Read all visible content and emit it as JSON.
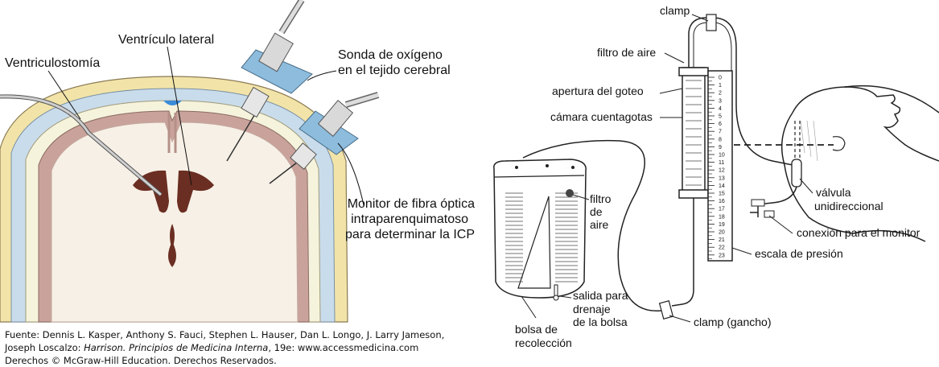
{
  "left": {
    "labels": {
      "ventriculostomy": "Ventriculostomía",
      "lateral_ventricle": "Ventrículo lateral",
      "oxygen_probe_line1": "Sonda de oxígeno",
      "oxygen_probe_line2": "en el tejido cerebral",
      "fiber_monitor_line1": "Monitor de fibra óptica",
      "fiber_monitor_line2": "intraparenquimatoso",
      "fiber_monitor_line3": "para determinar la ICP"
    },
    "source": {
      "line1": "Fuente: Dennis L. Kasper, Anthony S. Fauci, Stephen L. Hauser, Dan L. Longo, J. Larry Jameson,",
      "line2_prefix": "Joseph Loscalzo: ",
      "line2_italic": "Harrison. Principios de Medicina Interna",
      "line2_suffix": ", 19e: www.accessmedicina.com",
      "line3": "Derechos © McGraw-Hill Education. Derechos Reservados."
    }
  },
  "right": {
    "labels": {
      "clamp_top": "clamp",
      "air_filter_top": "filtro de aire",
      "drip_opening": "apertura del goteo",
      "drip_chamber": "cámara cuentagotas",
      "air_filter_bag_1": "filtro",
      "air_filter_bag_2": "de",
      "air_filter_bag_3": "aire",
      "valve_1": "válvula",
      "valve_2": "unidireccional",
      "monitor_connection": "conexión para el monitor",
      "pressure_scale": "escala de presión",
      "bag_outlet_1": "salida para",
      "bag_outlet_2": "drenaje",
      "bag_outlet_3": "de la bolsa",
      "collection_bag_1": "bolsa de",
      "collection_bag_2": "recolección",
      "clamp_hook": "clamp (gancho)"
    },
    "scale_ticks": [
      "0",
      "1",
      "2",
      "3",
      "4",
      "5",
      "6",
      "7",
      "8",
      "9",
      "10",
      "11",
      "12",
      "13",
      "14",
      "15",
      "16",
      "17",
      "18",
      "19",
      "20",
      "21",
      "22",
      "23"
    ]
  },
  "colors": {
    "skin": "#F2E4A8",
    "skull": "#C9DCEB",
    "bone": "#F5F3DC",
    "cortex": "#C9A39B",
    "ventricle": "#6B2E22",
    "device_blue": "#8DBCDD",
    "csf_blue": "#3A8CD9"
  }
}
